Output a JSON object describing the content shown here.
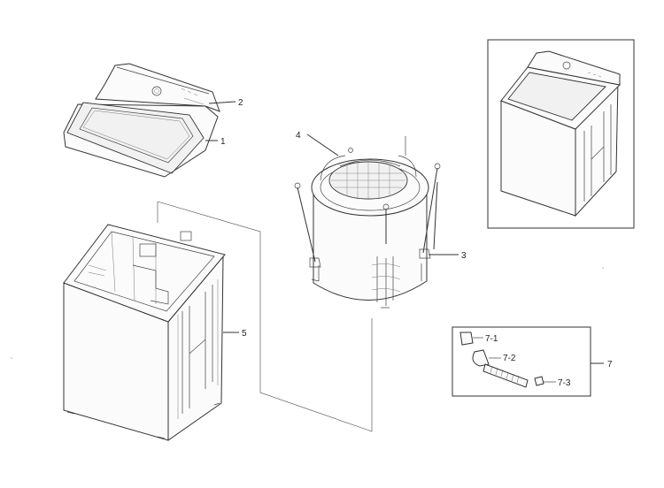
{
  "parts": [
    {
      "id": "1",
      "label": "1"
    },
    {
      "id": "2",
      "label": "2"
    },
    {
      "id": "3",
      "label": "3"
    },
    {
      "id": "4",
      "label": "4"
    },
    {
      "id": "5",
      "label": "5"
    },
    {
      "id": "7",
      "label": "7"
    }
  ],
  "subparts": [
    {
      "id": "7-1",
      "label": "7-1"
    },
    {
      "id": "7-2",
      "label": "7-2"
    },
    {
      "id": "7-3",
      "label": "7-3"
    }
  ],
  "icons": {
    "top_cover": "washer-top-cover-icon",
    "cabinet": "cabinet-icon",
    "tub_assembly": "tub-assembly-icon",
    "complete_washer": "complete-washer-icon",
    "drain_hose_kit": "drain-hose-kit-icon"
  },
  "colors": {
    "line": "#333333",
    "background": "#ffffff"
  }
}
